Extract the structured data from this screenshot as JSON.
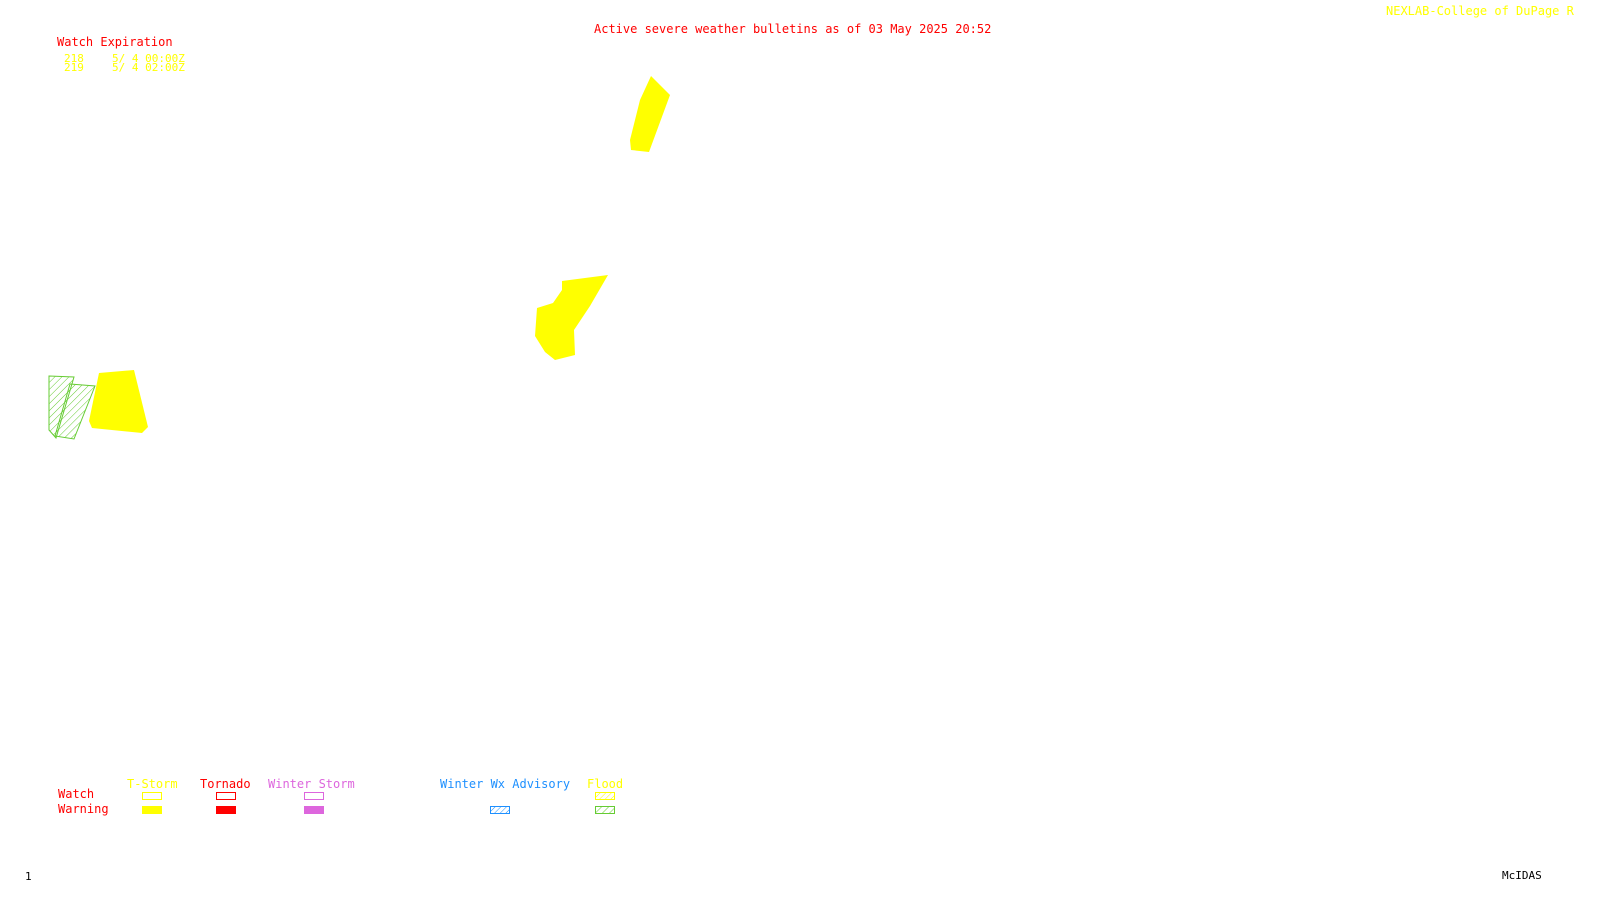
{
  "header": {
    "title": "Active severe weather bulletins as of 03 May 2025 20:52",
    "credit": "NEXLAB-College of DuPage R",
    "title_color": "#ff0000",
    "credit_color": "#ffff00"
  },
  "watch_table": {
    "heading": "Watch Expiration",
    "heading_color": "#ff0000",
    "row_color": "#ffff00",
    "rows": [
      {
        "id": "218",
        "expires": "5/ 4 00:00Z"
      },
      {
        "id": "219",
        "expires": "5/ 4 02:00Z"
      }
    ]
  },
  "legend": {
    "row_labels": {
      "watch": "Watch",
      "warning": "Warning",
      "color": "#ff0000"
    },
    "columns": [
      {
        "key": "tstorm",
        "label": "T-Storm",
        "color": "#ffff00",
        "watch": "outline",
        "warning": "solid"
      },
      {
        "key": "tornado",
        "label": "Tornado",
        "color": "#ff0000",
        "watch": "outline",
        "warning": "solid"
      },
      {
        "key": "winter_storm",
        "label": "Winter Storm",
        "color": "#dd66dd",
        "watch": "outline",
        "warning": "solid"
      },
      {
        "key": "winter_wx",
        "label": "Winter Wx Advisory",
        "color": "#1e90ff",
        "watch": "none",
        "warning": "hatched"
      },
      {
        "key": "flood",
        "label": "Flood",
        "color": "#ffff00",
        "warning_color": "#66cc33",
        "watch": "hatched",
        "warning": "hatched"
      }
    ]
  },
  "footer": {
    "frame_number": "1",
    "software": "McIDAS"
  },
  "map_features": {
    "tstorm_warning_color": "#ffff00",
    "flood_warning_color": "#66cc33",
    "polygons": [
      {
        "type": "tstorm-warning",
        "count": 3
      },
      {
        "type": "flood-warning",
        "count": 2
      }
    ]
  }
}
